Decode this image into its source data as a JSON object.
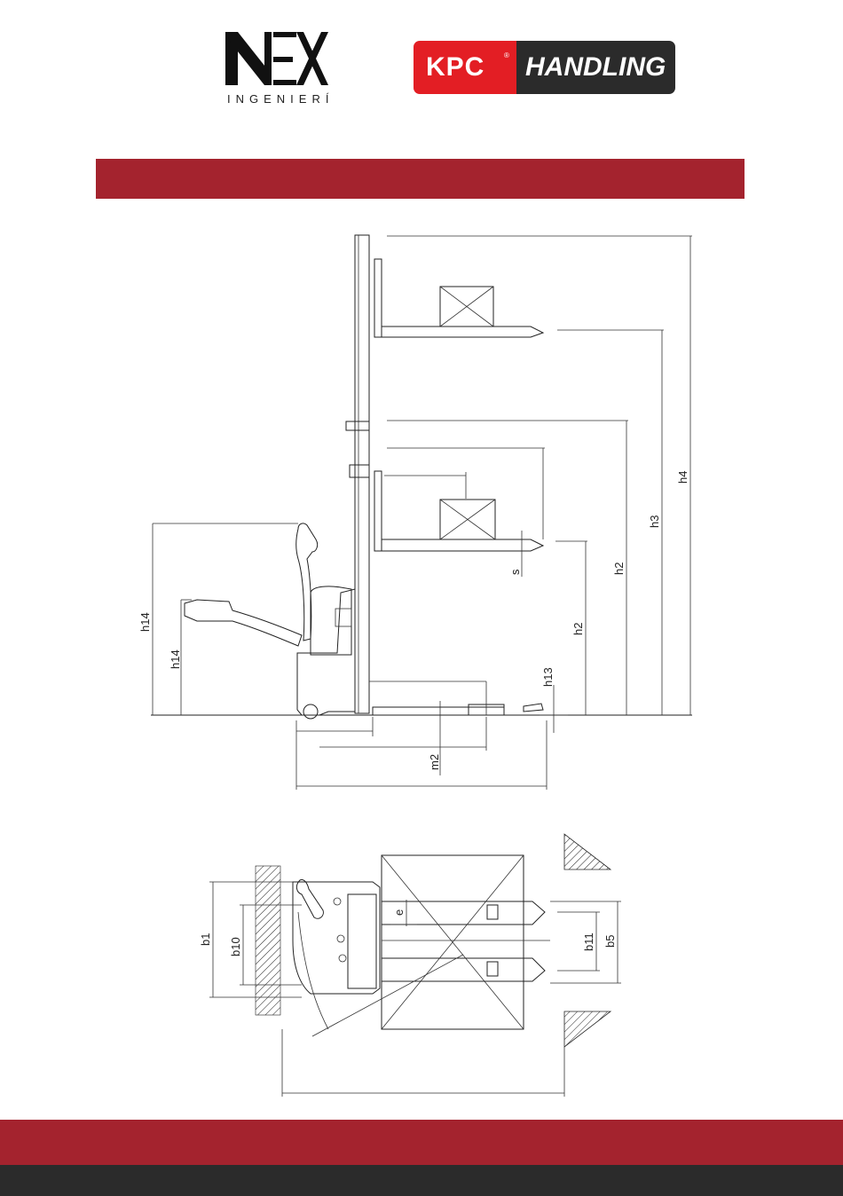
{
  "header": {
    "nex_logo": {
      "mark": "NEX",
      "subtitle": "INGENIERÍA"
    },
    "kpc_logo": {
      "brand": "KPC",
      "registered": "®",
      "product": "HANDLING"
    }
  },
  "side_view_labels": {
    "h4": "h4",
    "h3": "h3",
    "h2_upper": "h2",
    "h2_lower": "h2",
    "s": "s",
    "h13": "h13",
    "h14_outer": "h14",
    "h14_inner": "h14",
    "m2": "m2"
  },
  "top_view_labels": {
    "b1": "b1",
    "b10": "b10",
    "e": "e",
    "b11": "b11",
    "b5": "b5"
  },
  "colors": {
    "brand_red": "#a4232e",
    "kpc_red": "#e31e24",
    "dark": "#2b2b2b"
  }
}
